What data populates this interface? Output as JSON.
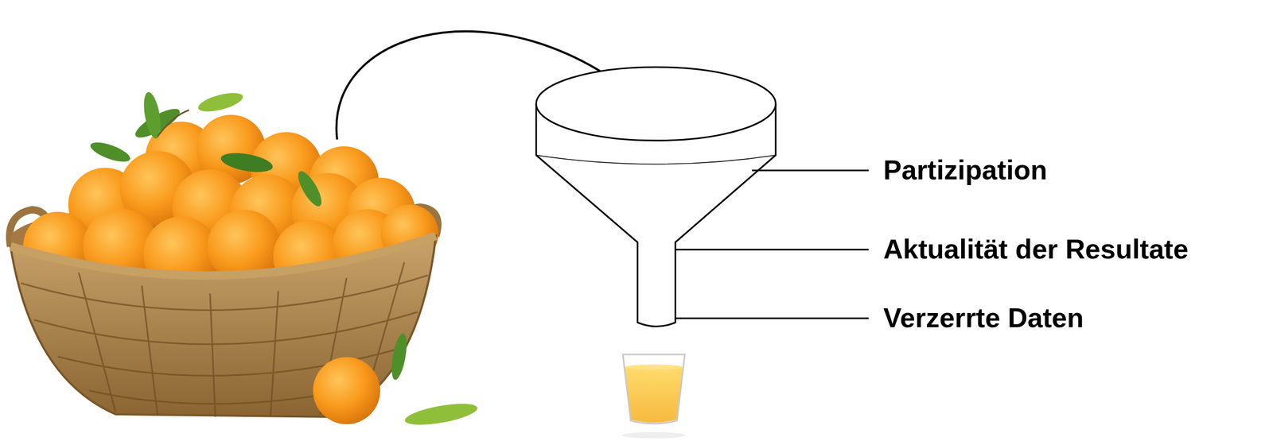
{
  "diagram": {
    "labels": [
      "Partizipation",
      "Aktualität der Resultate",
      "Verzerrte Daten"
    ]
  }
}
